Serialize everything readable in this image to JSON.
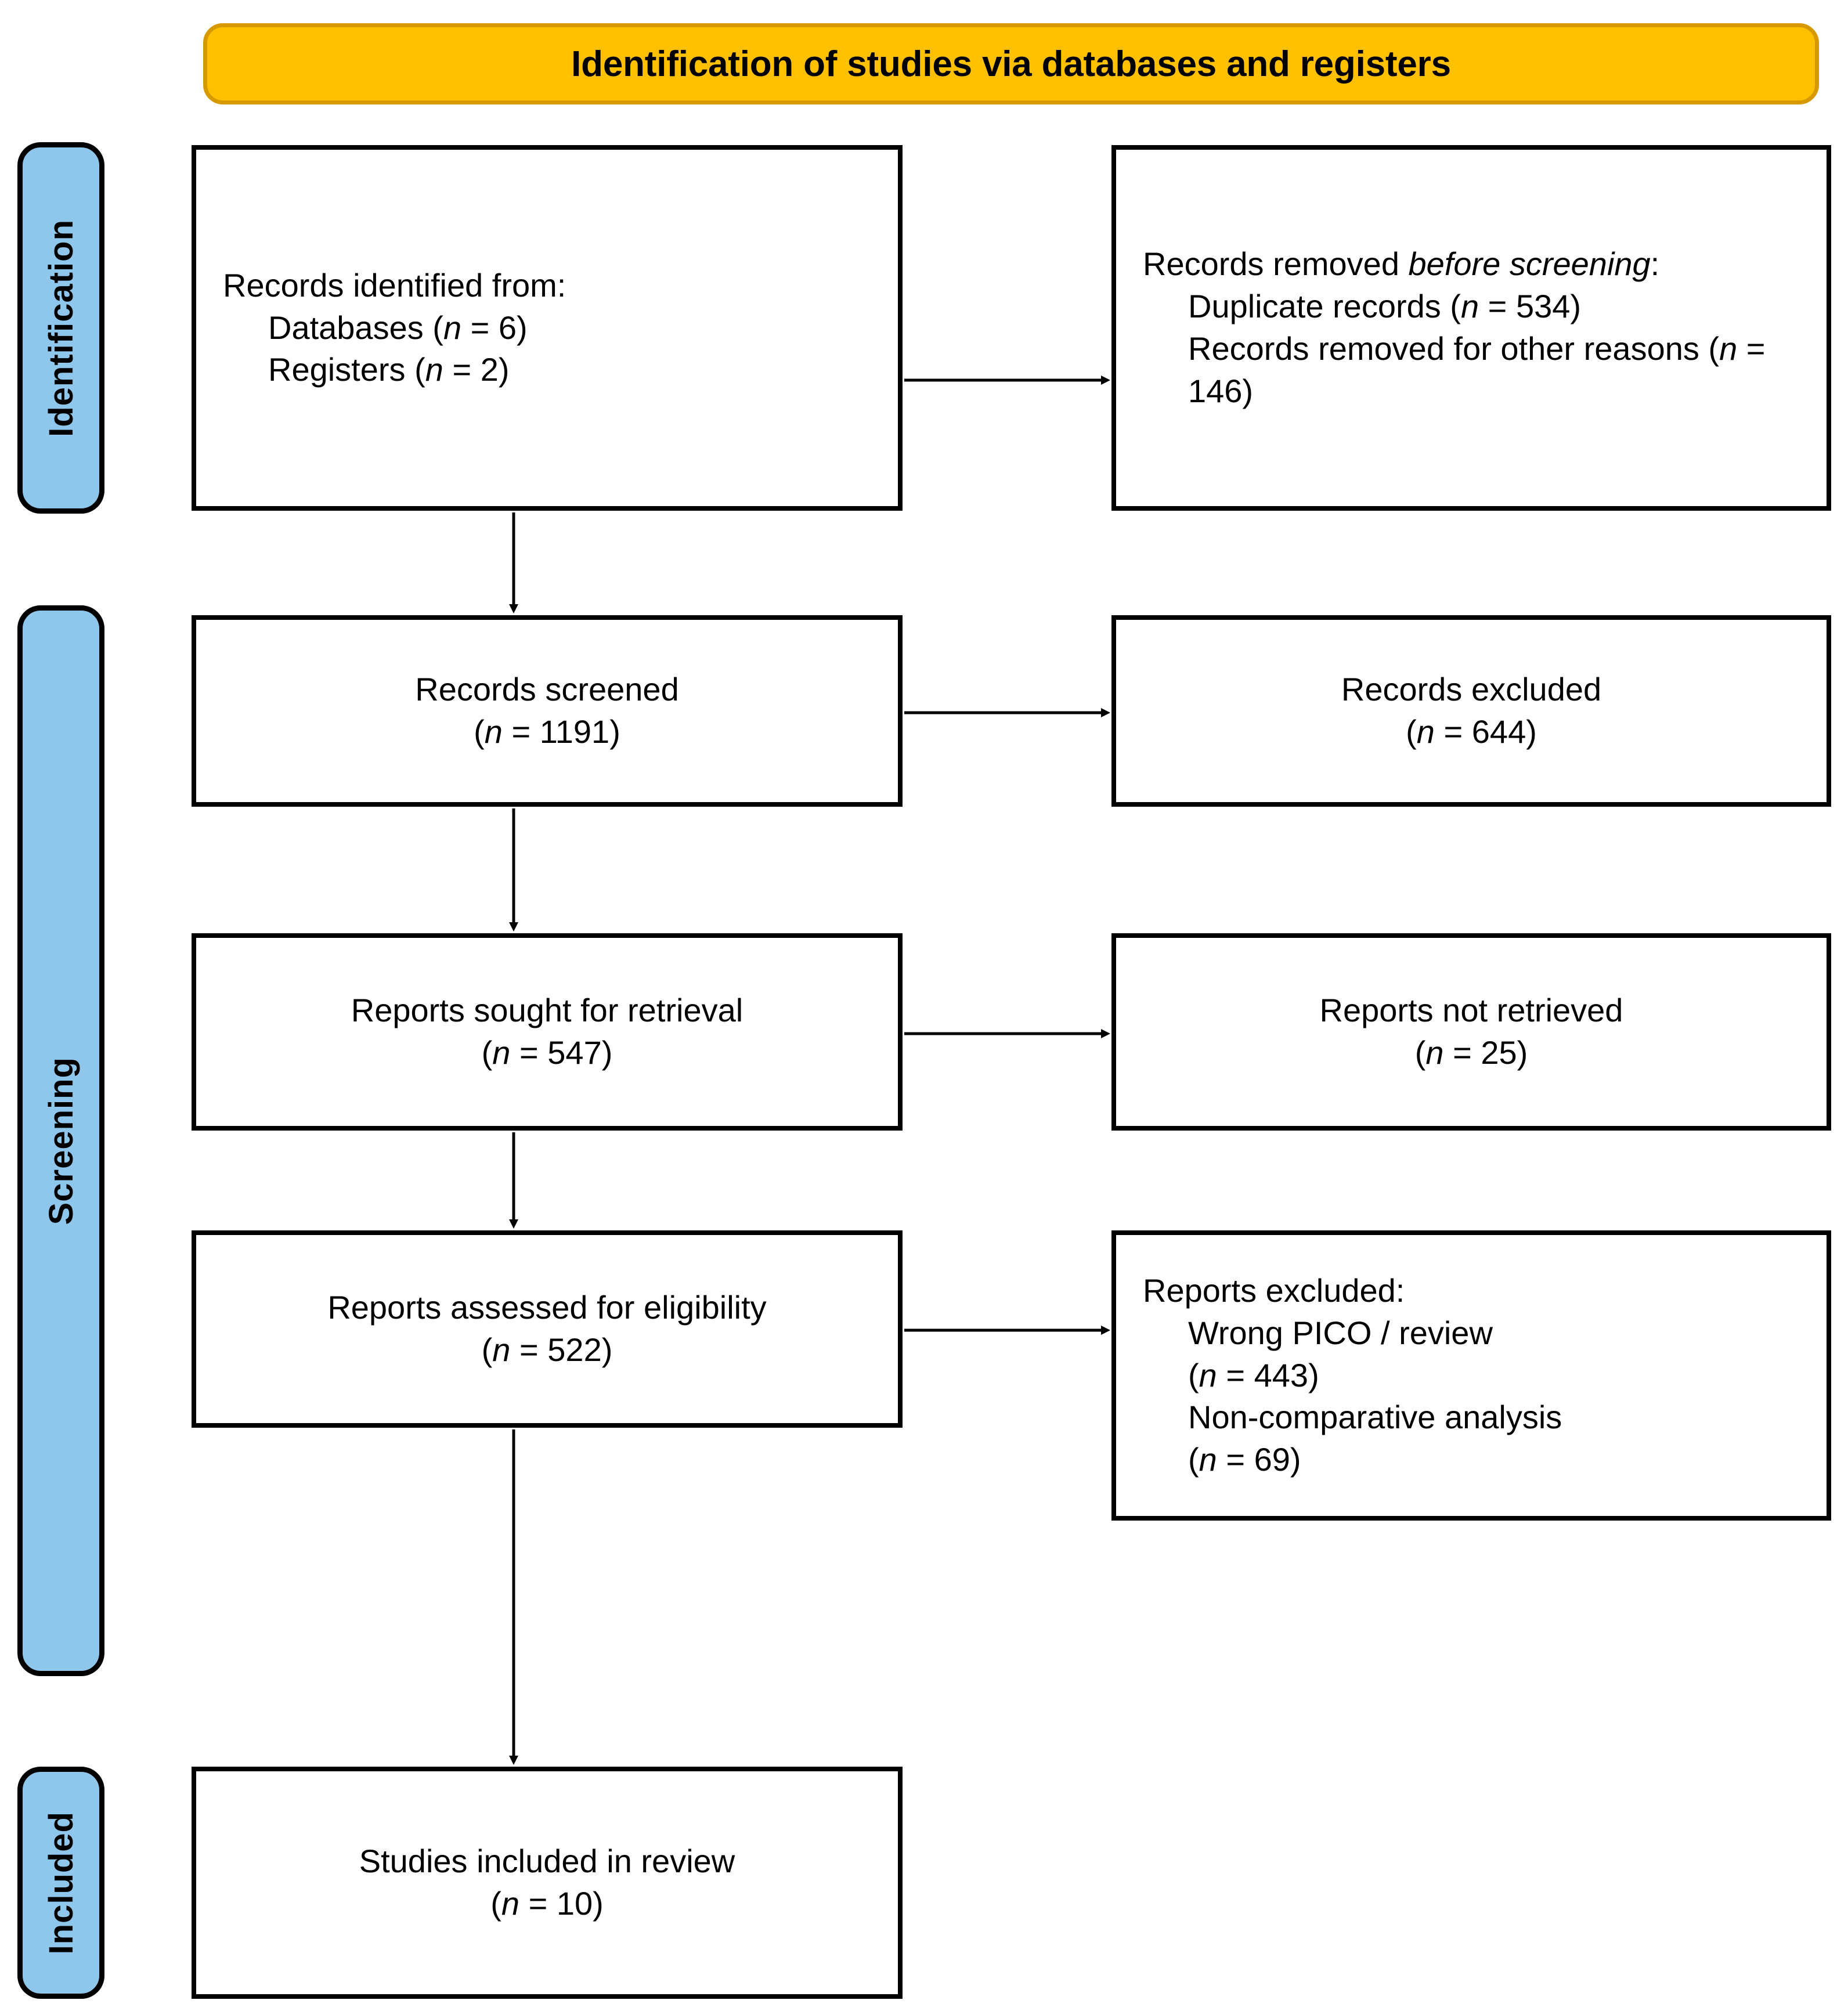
{
  "banner": {
    "title": "Identification of studies via databases and registers"
  },
  "phases": [
    {
      "id": "identification",
      "label": "Identification"
    },
    {
      "id": "screening",
      "label": "Screening"
    },
    {
      "id": "included",
      "label": "Included"
    }
  ],
  "boxes": {
    "identified": {
      "heading": "Records identified from:",
      "item1": "Databases (",
      "item1_n": "n",
      "item1_val": " = 6)",
      "item2": "Registers (",
      "item2_n": "n",
      "item2_val": " = 2)"
    },
    "removed": {
      "heading_pre": "Records removed ",
      "heading_ital": "before screening",
      "heading_post": ":",
      "item1_pre": "Duplicate records (",
      "item1_n": "n",
      "item1_post": " = 534)",
      "item2_pre": "Records removed for other reasons (",
      "item2_n": "n",
      "item2_post": " = 146)"
    },
    "screened": {
      "line1": "Records screened",
      "line2_pre": "(",
      "line2_n": "n",
      "line2_post": " = 1191)"
    },
    "excluded": {
      "line1": "Records excluded",
      "line2_pre": "(",
      "line2_n": "n",
      "line2_post": " = 644)"
    },
    "sought": {
      "line1": "Reports sought for retrieval",
      "line2_pre": "(",
      "line2_n": "n",
      "line2_post": " = 547)"
    },
    "notretrieved": {
      "line1": "Reports not retrieved",
      "line2_pre": "(",
      "line2_n": "n",
      "line2_post": " = 25)"
    },
    "assessed": {
      "line1": "Reports assessed for eligibility",
      "line2_pre": "(",
      "line2_n": "n",
      "line2_post": " = 522)"
    },
    "repexcluded": {
      "heading": "Reports excluded:",
      "item1": "Wrong PICO / review",
      "item1_n_pre": "(",
      "item1_n": "n",
      "item1_n_post": " = 443)",
      "item2": "Non-comparative analysis",
      "item2_n_pre": "(",
      "item2_n": "n",
      "item2_n_post": " = 69)"
    },
    "included": {
      "line1": "Studies included in review",
      "line2_pre": "(",
      "line2_n": "n",
      "line2_post": " = 10)"
    }
  },
  "colors": {
    "banner_fill": "#FFC000",
    "banner_border": "#D69A00",
    "phase_fill": "#8FC7EC",
    "box_border": "#000000",
    "connector": "#000000"
  },
  "chart_data": {
    "type": "diagram",
    "title": "PRISMA 2020 flow diagram — Identification of studies via databases and registers",
    "phases": [
      "Identification",
      "Screening",
      "Included"
    ],
    "nodes": [
      {
        "id": "identified",
        "phase": "Identification",
        "label": "Records identified from: Databases (n = 6); Registers (n = 2)",
        "values": {
          "Databases": 6,
          "Registers": 2
        }
      },
      {
        "id": "removed",
        "phase": "Identification",
        "label": "Records removed before screening: Duplicate records (n = 534); Records removed for other reasons (n = 146)",
        "values": {
          "Duplicate records": 534,
          "Records removed for other reasons": 146
        }
      },
      {
        "id": "screened",
        "phase": "Screening",
        "label": "Records screened",
        "values": {
          "n": 1191
        }
      },
      {
        "id": "excluded",
        "phase": "Screening",
        "label": "Records excluded",
        "values": {
          "n": 644
        }
      },
      {
        "id": "sought",
        "phase": "Screening",
        "label": "Reports sought for retrieval",
        "values": {
          "n": 547
        }
      },
      {
        "id": "notretrieved",
        "phase": "Screening",
        "label": "Reports not retrieved",
        "values": {
          "n": 25
        }
      },
      {
        "id": "assessed",
        "phase": "Screening",
        "label": "Reports assessed for eligibility",
        "values": {
          "n": 522
        }
      },
      {
        "id": "repexcluded",
        "phase": "Screening",
        "label": "Reports excluded: Wrong PICO / review (n = 443); Non-comparative analysis (n = 69)",
        "values": {
          "Wrong PICO / review": 443,
          "Non-comparative analysis": 69
        }
      },
      {
        "id": "included",
        "phase": "Included",
        "label": "Studies included in review",
        "values": {
          "n": 10
        }
      }
    ],
    "edges": [
      {
        "from": "identified",
        "to": "removed",
        "direction": "right"
      },
      {
        "from": "identified",
        "to": "screened",
        "direction": "down"
      },
      {
        "from": "screened",
        "to": "excluded",
        "direction": "right"
      },
      {
        "from": "screened",
        "to": "sought",
        "direction": "down"
      },
      {
        "from": "sought",
        "to": "notretrieved",
        "direction": "right"
      },
      {
        "from": "sought",
        "to": "assessed",
        "direction": "down"
      },
      {
        "from": "assessed",
        "to": "repexcluded",
        "direction": "right"
      },
      {
        "from": "assessed",
        "to": "included",
        "direction": "down"
      }
    ]
  }
}
